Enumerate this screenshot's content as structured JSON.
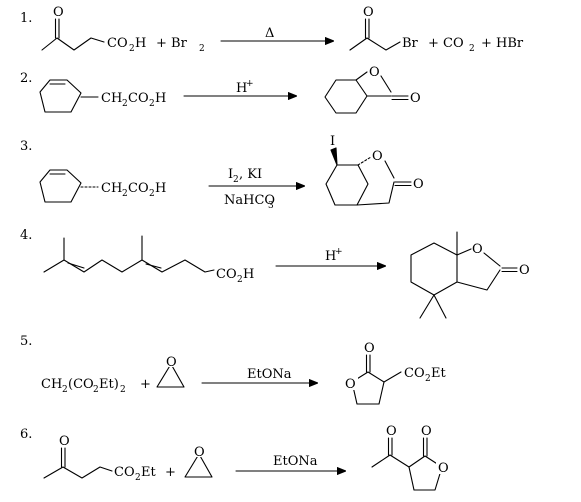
{
  "reactions": [
    {
      "number": "1.",
      "reagent": "+ Br",
      "reagent_sub": "2",
      "condition": "Δ",
      "leaving_group": "Br",
      "byproducts": [
        "+ CO",
        "2",
        "+ HBr"
      ],
      "acid_label": "CO",
      "acid_sub": "2",
      "acid_tail": "H"
    },
    {
      "number": "2.",
      "chain": "CH",
      "chain_sub1": "2",
      "chain_mid": "CO",
      "chain_sub2": "2",
      "chain_tail": "H",
      "condition": "H",
      "condition_sup": "+",
      "ring_o": "O",
      "carbonyl_o": "O"
    },
    {
      "number": "3.",
      "chain": "CH",
      "chain_sub1": "2",
      "chain_mid": "CO",
      "chain_sub2": "2",
      "chain_tail": "H",
      "condition_top": "I",
      "condition_top_sub": "2",
      "condition_top_tail": ", KI",
      "condition_bottom": "NaHCO",
      "condition_bottom_sub": "3",
      "iodine": "I",
      "ring_o": "O",
      "carbonyl_o": "O"
    },
    {
      "number": "4.",
      "acid": "CO",
      "acid_sub": "2",
      "acid_tail": "H",
      "condition": "H",
      "condition_sup": "+",
      "ring_o": "O",
      "carbonyl_o": "O"
    },
    {
      "number": "5.",
      "ester": "CH",
      "ester_sub1": "2",
      "ester_mid": "(CO",
      "ester_sub2": "2",
      "ester_mid2": "Et)",
      "ester_sub3": "2",
      "plus": "+",
      "epoxide_o": "O",
      "condition": "EtONa",
      "ring_o": "O",
      "carbonyl_o": "O",
      "product_ester": "CO",
      "product_ester_sub": "2",
      "product_ester_tail": "Et"
    },
    {
      "number": "6.",
      "ester": "CO",
      "ester_sub": "2",
      "ester_tail": "Et",
      "plus": "+",
      "epoxide_o": "O",
      "condition": "EtONa",
      "ketone_o": "O",
      "carbonyl_o": "O",
      "ring_o": "O"
    }
  ]
}
